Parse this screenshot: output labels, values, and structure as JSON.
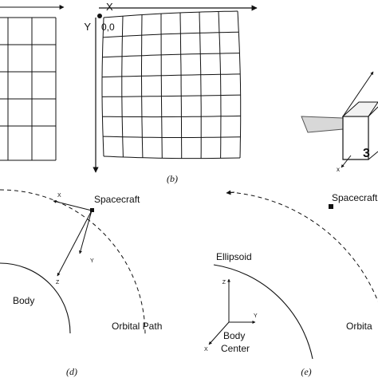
{
  "panel_b": {
    "x_axis_label": "X",
    "y_axis_label": "Y",
    "origin_label": "0,0",
    "caption": "(b)"
  },
  "panel_c": {
    "box_number": "3",
    "axis_x_label": "x"
  },
  "panel_d": {
    "spacecraft_label": "Spacecraft",
    "body_label": "Body",
    "orbital_path_label": "Orbital Path",
    "axis_x_label": "X",
    "axis_y_label": "Y",
    "axis_z_label": "Z",
    "caption": "(d)"
  },
  "panel_e": {
    "spacecraft_label": "Spacecraft",
    "ellipsoid_label": "Ellipsoid",
    "body_center_line1": "Body",
    "body_center_line2": "Center",
    "orbital_label": "Orbita",
    "axis_x_label": "X",
    "axis_y_label": "Y",
    "axis_z_label": "Z",
    "caption": "(e)"
  }
}
